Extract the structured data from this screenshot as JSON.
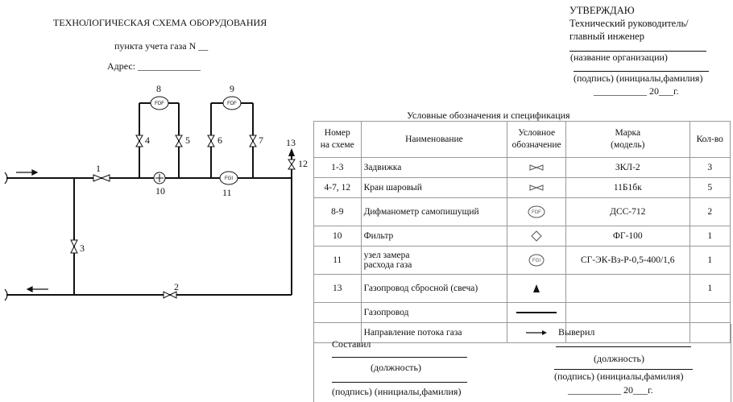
{
  "header": {
    "title": "ТЕХНОЛОГИЧЕСКАЯ СХЕМА ОБОРУДОВАНИЯ",
    "subtitle": "пункта учета газа N __",
    "address": "Адрес: _____________"
  },
  "approval": {
    "line1": "УТВЕРЖДАЮ",
    "line2": "Технический руководитель/",
    "line3": "главный инженер",
    "org_caption": "(название организации)",
    "sign_caption": "(подпись) (инициалы,фамилия)",
    "date": "___________ 20___г."
  },
  "schema_labels": {
    "n1": "1",
    "n2": "2",
    "n3": "3",
    "n4": "4",
    "n5": "5",
    "n6": "6",
    "n7": "7",
    "n8": "8",
    "n9": "9",
    "n10": "10",
    "n11": "11",
    "n12": "12",
    "n13": "13",
    "gauge_text": "FDF",
    "meter_text": "FGI"
  },
  "spec": {
    "title": "Условные обозначения и спецификация",
    "headers": {
      "num": [
        "Номер",
        "на схеме"
      ],
      "name": "Наименование",
      "symbol": [
        "Условное",
        "обозначение"
      ],
      "model": [
        "Марка",
        "(модель)"
      ],
      "qty": "Кол-во"
    },
    "rows": [
      {
        "num": "1-3",
        "name": "Задвижка",
        "symbol": "valve-gate-icon",
        "model": "ЗКЛ-2",
        "qty": "3"
      },
      {
        "num": "4-7, 12",
        "name": "Кран шаровый",
        "symbol": "ball-valve-icon",
        "model": "11Б1бк",
        "qty": "5"
      },
      {
        "num": "8-9",
        "name": "Дифманометр самопишущий",
        "symbol": "gauge-icon",
        "model": "ДСС-712",
        "qty": "2"
      },
      {
        "num": "10",
        "name": "Фильтр",
        "symbol": "filter-icon",
        "model": "ФГ-100",
        "qty": "1"
      },
      {
        "num": "11",
        "name": "узел замера",
        "name2": "расхода газа",
        "symbol": "meter-icon",
        "model": "СГ-ЭК-Вз-Р-0,5-400/1,6",
        "qty": "1"
      },
      {
        "num": "13",
        "name": "Газопровод сбросной (свеча)",
        "symbol": "vent-candle-icon",
        "model": "",
        "qty": "1"
      },
      {
        "num": "",
        "name": "Газопровод",
        "symbol": "pipeline-line-icon",
        "model": "",
        "qty": ""
      },
      {
        "num": "",
        "name": "Направление потока газа",
        "symbol": "flow-arrow-icon",
        "model": "",
        "qty": ""
      }
    ]
  },
  "signatures": {
    "composed": "Составил",
    "position_left": "(должность)",
    "sign_left": "(подпись) (инициалы,фамилия)",
    "checked": "Выверил",
    "position_right": "(должность)",
    "sign_right": "(подпись) (инициалы,фамилия)",
    "date_right": "___________ 20___г."
  }
}
